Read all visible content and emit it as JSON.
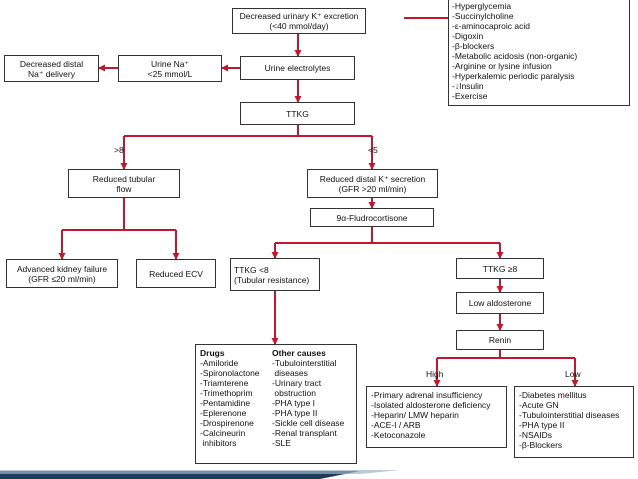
{
  "nodes": {
    "decreased_excretion": [
      "Decreased urinary K⁺ excretion",
      "(<40 mmol/day)"
    ],
    "urine_electrolytes": [
      "Urine electrolytes"
    ],
    "urine_na": [
      "Urine Na⁺",
      "<25 mmol/L"
    ],
    "decreased_distal_na": [
      "Decreased distal",
      "Na⁺ delivery"
    ],
    "ttkg": [
      "TTKG"
    ],
    "reduced_tubular_flow": [
      "Reduced tubular",
      "flow"
    ],
    "reduced_distal_k": [
      "Reduced distal K⁺ secretion",
      "(GFR >20 ml/min)"
    ],
    "fludrocortisone": [
      "9α-Fludrocortisone"
    ],
    "advanced_kidney_failure": [
      "Advanced kidney failure",
      "(GFR ≤20 ml/min)"
    ],
    "reduced_ecv": [
      "Reduced ECV"
    ],
    "ttkg_lt8": [
      "TTKG <8",
      "(Tubular resistance)"
    ],
    "ttkg_ge8": [
      "TTKG ≥8"
    ],
    "low_aldosterone": [
      "Low aldosterone"
    ],
    "renin": [
      "Renin"
    ]
  },
  "edge_labels": {
    "gt8": ">8",
    "lt5": "<5",
    "high": "High",
    "low": "Low"
  },
  "top_right_list": [
    "-Hyperglycemia",
    "-Succinylcholine",
    "-ε-aminocaproic acid",
    "-Digoxin",
    "-β-blockers",
    "-Metabolic acidosis (non-organic)",
    "-Arginine or lysine infusion",
    "-Hyperkalemic periodic paralysis",
    "-↓Insulin",
    "-Exercise"
  ],
  "causes_box": {
    "drugs_title": "Drugs",
    "drugs": [
      "-Amiloride",
      "-Spironolactone",
      "-Triamterene",
      "-Trimethoprim",
      "-Pentamidine",
      "-Eplerenone",
      "-Drospirenone",
      "-Calcineurin",
      " inhibitors"
    ],
    "other_title": "Other causes",
    "other": [
      "-Tubulointerstitial",
      " diseases",
      "-Urinary tract",
      " obstruction",
      "-PHA type I",
      "-PHA type II",
      "-Sickle cell disease",
      "-Renal transplant",
      "-SLE"
    ]
  },
  "high_renin_list": [
    "-Primary adrenal insufficiency",
    "-Isolated aldosterone deficiency",
    "-Heparin/ LMW heparin",
    "-ACE-I / ARB",
    "-Ketoconazole"
  ],
  "low_renin_list": [
    "-Diabetes mellitus",
    "-Acute GN",
    "-Tubulointerstitial diseases",
    "-PHA type II",
    "-NSAIDs",
    "-β-Blockers"
  ],
  "colors": {
    "arrow": "#c0182e",
    "box_border": "#333333",
    "bar_dark": "#1f3b57",
    "bar_light": "#9bb3c8"
  }
}
